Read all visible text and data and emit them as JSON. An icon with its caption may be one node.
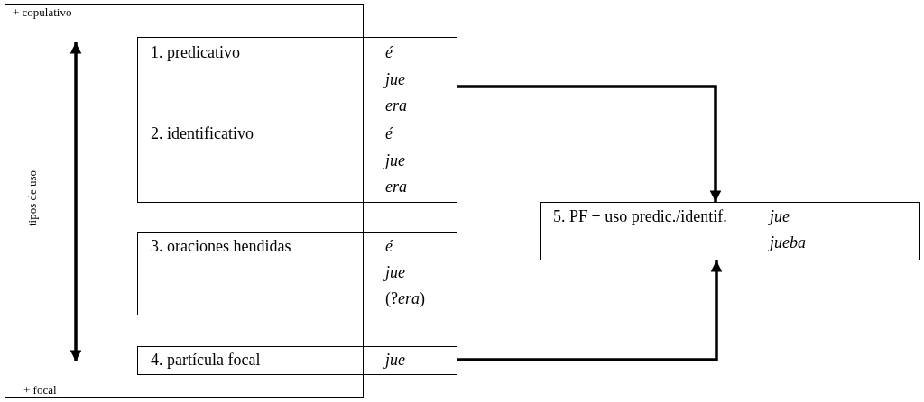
{
  "diagram": {
    "nodes": [
      {
        "text": [
          "+ copulativo",
          "tipos de uso",
          "+ focal"
        ]
      },
      {
        "text": [
          "1. predicativo",
          "é",
          "jue",
          "era",
          "2. identificativo",
          "é",
          "jue",
          "era"
        ]
      },
      {
        "text": [
          "3. oraciones hendidas",
          "é",
          "jue",
          "(?*era*)"
        ]
      },
      {
        "text": [
          "4. partícula focal",
          "jue"
        ]
      },
      {
        "text": [
          "5. PF + uso predic./identif.",
          "jue",
          "jueba"
        ]
      }
    ],
    "edges": [
      {
        "from": 1,
        "to": 4,
        "arrow": "to"
      },
      {
        "from": 3,
        "to": 4,
        "arrow": "to"
      }
    ]
  }
}
